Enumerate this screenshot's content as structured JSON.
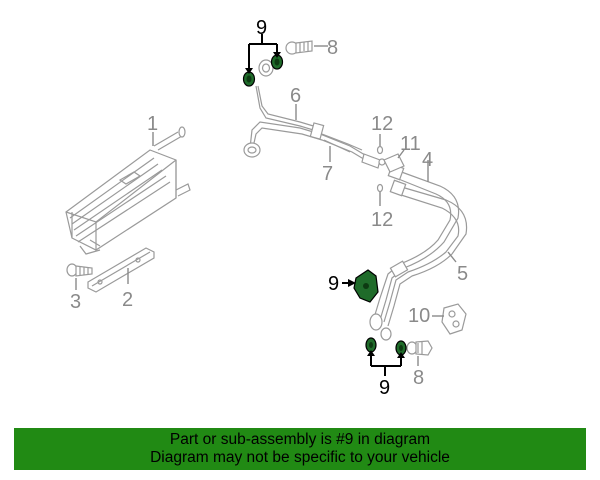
{
  "callouts": {
    "c1": "1",
    "c2": "2",
    "c3": "3",
    "c4": "4",
    "c5": "5",
    "c6": "6",
    "c7": "7",
    "c8_top": "8",
    "c8_bottom": "8",
    "c9_top": "9",
    "c9_middle": "9",
    "c9_bottom": "9",
    "c10": "10",
    "c11": "11",
    "c12_top": "12",
    "c12_bottom": "12"
  },
  "colors": {
    "banner": "#218a14",
    "highlight_part": "#1f6b2a",
    "diagram_line": "#9a9a9a"
  },
  "banner": {
    "line1": "Part or sub-assembly is #9 in diagram",
    "line2": "Diagram may not be specific to your vehicle"
  }
}
